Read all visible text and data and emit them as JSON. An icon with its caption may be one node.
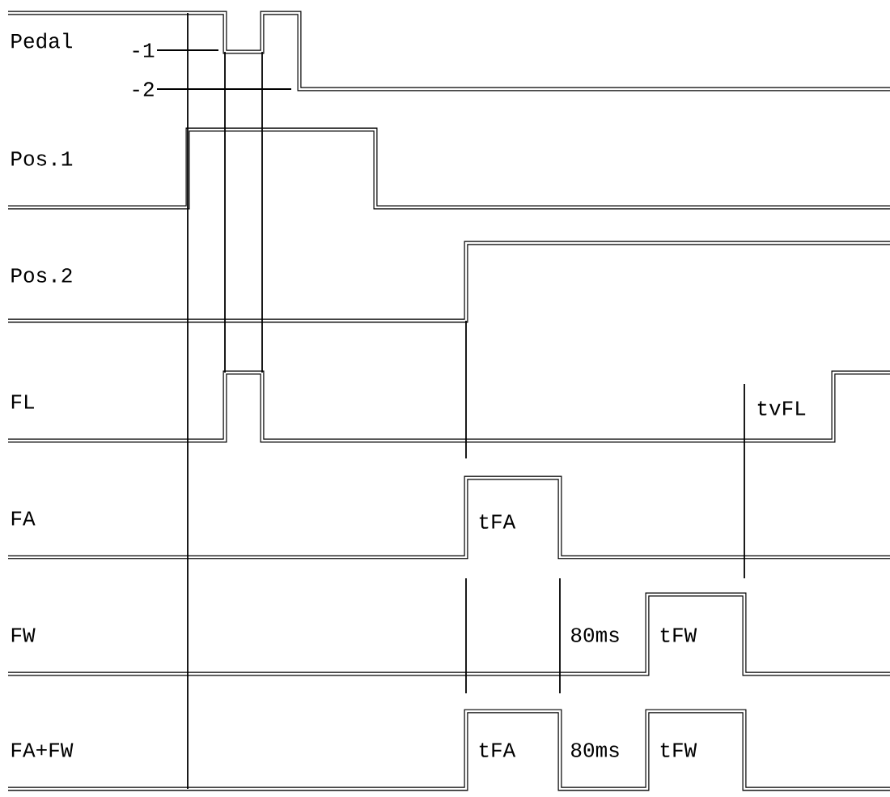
{
  "diagram": {
    "nodes": [
      {
        "text": [
          "-1"
        ]
      },
      {
        "text": [
          "-2"
        ]
      }
    ],
    "edges": [
      {
        "from": 0,
        "to": null,
        "arrow": "none"
      },
      {
        "from": 1,
        "to": null,
        "arrow": "none"
      }
    ],
    "labels": [
      "Pedal",
      "Pos.1",
      "Pos.2",
      "FL",
      "tvFL",
      "FA",
      "tFA",
      "FW",
      "80ms",
      "tFW",
      "FA+FW",
      "tFA",
      "80ms",
      "tFW"
    ]
  }
}
